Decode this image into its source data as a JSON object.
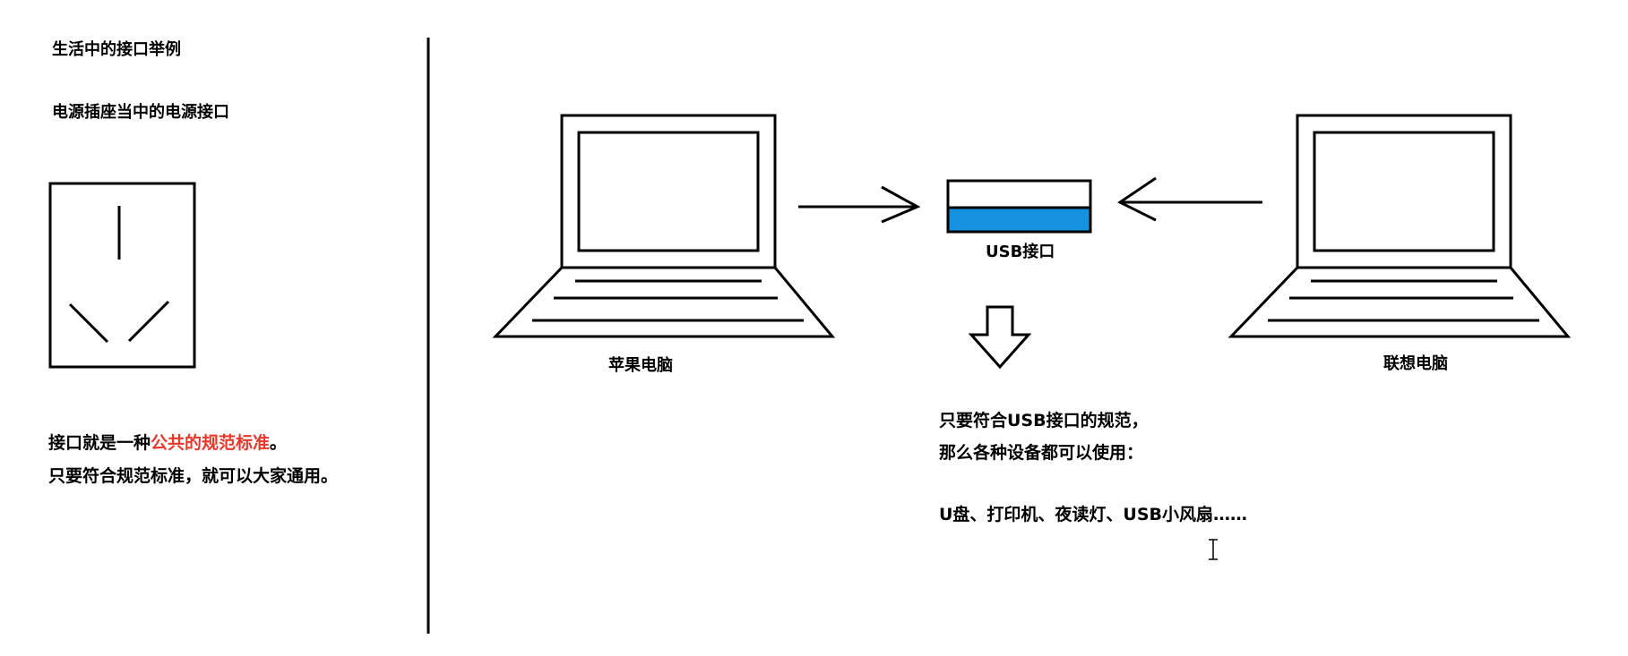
{
  "left_panel": {
    "title": "生活中的接口举例",
    "subtitle": "电源插座当中的电源接口",
    "definition_prefix": "接口就是一种",
    "definition_highlight": "公共的规范标准",
    "definition_suffix": "。",
    "definition_line2": "只要符合规范标准，就可以大家通用。"
  },
  "diagram": {
    "laptop_left_label": "苹果电脑",
    "laptop_right_label": "联想电脑",
    "usb_label": "USB接口",
    "usb_color": "#1492e0",
    "text_red": "#e8382c",
    "result_line1": "只要符合USB接口的规范，",
    "result_line2": "那么各种设备都可以使用：",
    "result_line3": "U盘、打印机、夜读灯、USB小风扇……"
  }
}
